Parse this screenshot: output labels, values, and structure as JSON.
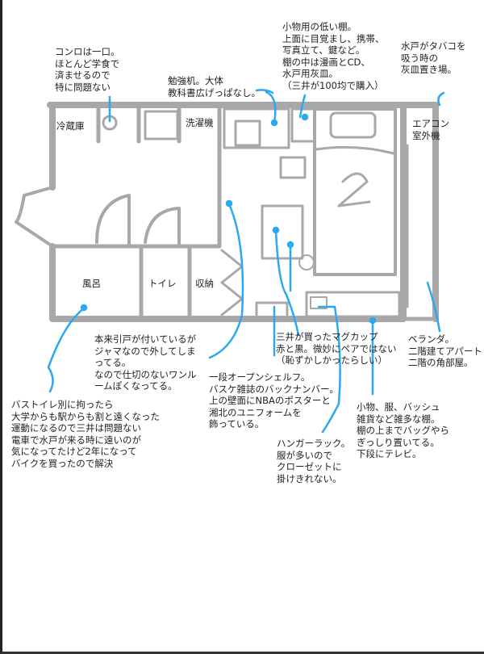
{
  "rooms": {
    "fridge": "冷蔵庫",
    "washer": "洗濯機",
    "bath": "風呂",
    "toilet": "トイレ",
    "storage": "収納",
    "ac_unit": "エアコン\n室外機"
  },
  "notes": {
    "stove": "コンロは一口。\nほとんど学食で\n済ませるので\n特に問題ない",
    "desk": "勉強机。大体\n教科書広げっぱなし。",
    "low_shelf": "小物用の低い棚。\n上面に目覚まし、携帯、\n写真立て、鍵など。\n棚の中は漫画とCD、\n水戸用灰皿。\n（三井が100均で購入）",
    "ashtray": "水戸がタバコを\n吸う時の\n灰皿置き場。",
    "sliding_door": "本来引戸が付いているが\nジャマなので外してしま\nってる。\nなので仕切のないワンル\nームぽくなってる。",
    "mugs": "三井が買ったマグカップ\n赤と黒。微妙にペアではない\n（恥ずかしかったらしい）",
    "veranda": "ベランダ。\n二階建てアパート\n二階の角部屋。",
    "open_shelf": "一段オープンシェルフ。\nバスケ雑誌のバックナンバー。\n上の壁面にNBAのポスターと\n湘北のユニフォームを\n飾っている。",
    "bath_toilet": "バストイレ別に拘ったら\n大学からも駅からも割と遠くなった\n運動になるので三井は問題ない\n電車で水戸が来る時に遠いのが\n気になってたけど2年になって\nバイクを買ったので解決",
    "hanger_rack": "ハンガーラック。\n服が多いので\nクローゼットに\n掛けきれない。",
    "misc_shelf": "小物、服、バッシュ\n雑貨など雑多な棚。\n棚の上までバッグやら\nぎっしり置いてる。\n下段にテレビ。"
  },
  "colors": {
    "wall": "#a8a8a8",
    "leader": "#2aa8f0",
    "text": "#222222"
  }
}
